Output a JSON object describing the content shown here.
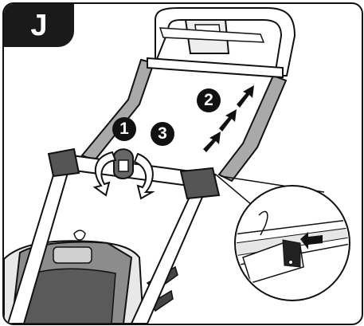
{
  "panel": {
    "label": "J"
  },
  "steps": {
    "one": "1",
    "two": "2",
    "three": "3"
  },
  "colors": {
    "ink": "#111111",
    "handle_gray": "#a9a9a9",
    "body_gray": "#8c8c8c"
  }
}
